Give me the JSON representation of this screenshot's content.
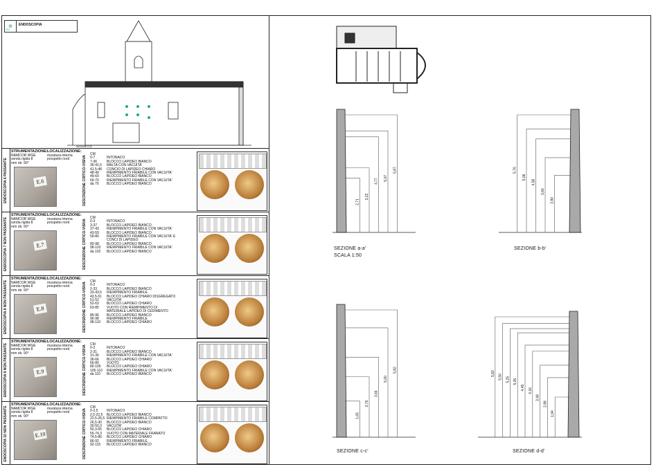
{
  "legend": {
    "symbol": "⊕",
    "code": "E0",
    "text": "ENDOSCOPIA"
  },
  "elevation": {
    "caption": "SEZIONE D-D'"
  },
  "colors": {
    "line": "#222222",
    "wall": "#a9a9a9",
    "accent_green": "#22aa66",
    "accent_blue": "#3366cc"
  },
  "rows": [
    {
      "label": "ENDOSCOPIA 6   PASSANTE",
      "instr_title": "STRUMENTAZIONE:",
      "instr_lines": [
        "NAMCOR WGE",
        "sonda rigida 8",
        "mm ob. 90°"
      ],
      "loc_title": "LOCALIZZAZIONE:",
      "loc_lines": [
        "muratura interna",
        "prospetto nord"
      ],
      "tag": "E.6",
      "desc_label": "DESCRIZIONE CRITICO-VISIVA",
      "cm": [
        "CM",
        "0-7",
        "7-36",
        "36-41,5",
        "41,5-48",
        "48-49",
        "49-69",
        "69-70",
        "da 70"
      ],
      "desc": [
        "",
        "INTONACO",
        "BLOCCO LAPIDEO BIANCO",
        "MALTA CON VACUITA'",
        "CONCIO DI LAPIDEO CHIARO",
        "RIEMPIMENTO FRIABILE CON VACUITA'",
        "BLOCCO LAPIDEO BIANCO",
        "RIEMPIMENTO FRIABILE CON VACUITA'",
        "BLOCCO LAPIDEO BIANCO"
      ]
    },
    {
      "label": "ENDOSCOPIA 7 NON PASSANTE",
      "instr_title": "STRUMENTAZIONE:",
      "instr_lines": [
        "NAMCOR WGE",
        "sonda rigida 8",
        "mm ob. 90°"
      ],
      "loc_title": "LOCALIZZAZIONE:",
      "loc_lines": [
        "muratura interna",
        "prospetto nord"
      ],
      "tag": "E.7",
      "desc_label": "DESCRIZIONE CRITICO-VISIVA",
      "cm": [
        "CM",
        "0-3",
        "3-37",
        "37-43",
        "43-59",
        "59-80",
        "",
        "80-98",
        "98-102",
        "da 102"
      ],
      "desc": [
        "",
        "INTONACO",
        "BLOCCO LAPIDEO BIANCO",
        "RIEMPIMENTO FRIABILE CON VACUITA'",
        "BLOCCO LAPIDEO BIANCO",
        "RIEMPIMENTO FRIABILE CON VACUITA' E",
        "CONCI DI LAPIDEO",
        "BLOCCO LAPIDEO BIANCO",
        "RIEMPIMENTO FRIABILE CON VACUITA'",
        "BLOCCO LAPIDEO BIANCO"
      ]
    },
    {
      "label": "ENDOSCOPIA 8 NON PASSANTE",
      "instr_title": "STRUMENTAZIONE:",
      "instr_lines": [
        "NAMCOR WGE",
        "sonda rigida 8",
        "mm ob. 90°"
      ],
      "loc_title": "LOCALIZZAZIONE:",
      "loc_lines": [
        "muratura interna",
        "prospetto nord"
      ],
      "tag": "E.8",
      "desc_label": "DESCRIZIONE CRITICO-VISIVA",
      "cm": [
        "CM",
        "0-2",
        "2-33",
        "33-43,5",
        "43,5-51",
        "51-52",
        "52-63",
        "63-85",
        "",
        "85-96",
        "96-98",
        "98-110"
      ],
      "desc": [
        "",
        "INTONACO",
        "BLOCCO LAPIDEO BIANCO",
        "RIEMPIMENTO FRIABILE",
        "BLOCCO LAPIDEO CHIARO DISGREGATO",
        "VACUITA'",
        "BLOCCO LAPIDEO CHIARO",
        "VUOTO CON RIEMPIMENTO DI",
        "MATERIALE LAPIDEO DI CEDIMENTO",
        "BLOCCO LAPIDEO BIANCO",
        "RIEMPIMENTO FRIABILE",
        "BLOCCO LAPIDEO CHIARO"
      ]
    },
    {
      "label": "ENDOSCOPIA 9 NON PASSANTE",
      "instr_title": "STRUMENTAZIONE:",
      "instr_lines": [
        "NAMCOR WGE",
        "sonda rigida 8",
        "mm ob. 90°"
      ],
      "loc_title": "LOCALIZZAZIONE:",
      "loc_lines": [
        "muratura interna",
        "prospetto nord"
      ],
      "tag": "E.9",
      "desc_label": "DESCRIZIONE CRITICO-VISIVA",
      "cm": [
        "CM",
        "0-2",
        "2-31",
        "31-36",
        "36-66",
        "66-80",
        "80-105",
        "105-110",
        "da 110"
      ],
      "desc": [
        "",
        "INTONACO",
        "BLOCCO LAPIDEO BIANCO",
        "RIEMPIMENTO FRIABILE CON VACUITA'",
        "BLOCCO LAPIDEO CHIARO",
        "VUOTO",
        "BLOCCO LAPIDEO CHIARO",
        "RIEMPIMENTO FRIABILE CON VACUITA'",
        "BLOCCO LAPIDEO BIANCO"
      ]
    },
    {
      "label": "ENDOSCOPIA 10 NON PASSANTE",
      "instr_title": "STRUMENTAZIONE:",
      "instr_lines": [
        "NAMCOR WGE",
        "sonda rigida 8",
        "mm ob. 90°"
      ],
      "loc_title": "LOCALIZZAZIONE:",
      "loc_lines": [
        "muratura interna",
        "prospetto nord"
      ],
      "tag": "E.10",
      "desc_label": "DESCRIZIONE CRITICO-VISIVA",
      "cm": [
        "CM",
        "0-2,5",
        "2,5-22,5",
        "22,5-26,5",
        "26,5-30",
        "30-50,3",
        "50,3-55",
        "55-74,3",
        "74,5-86",
        "86-92",
        "92-115"
      ],
      "desc": [
        "",
        "INTONACO",
        "BLOCCO LAPIDEO BIANCO",
        "RIEMPIMENTO FRIABILE COMPATTO",
        "BLOCCO LAPIDEO BIANCO",
        "VACUITA'",
        "BLOCCO LAPIDEO CHIARO",
        "VUOTO CON MATERIALE FRANATO",
        "BLOCCO LAPIDEO CHIARO",
        "RIEMPIMENTO FRIABILE",
        "BLOCCO LAPIDEO BIANCO"
      ]
    }
  ],
  "sections": {
    "aa": {
      "title": "SEZIONE a-a'",
      "scale": "SCALA 1:50",
      "dims": [
        "2,71",
        "3,22",
        "4,77",
        "5,07",
        "5,87"
      ]
    },
    "bb": {
      "title": "SEZIONE b-b'",
      "dims": [
        "5,76",
        "5,06",
        "4,58",
        "3,66",
        "2,80"
      ]
    },
    "cc": {
      "title": "SEZIONE c-c'",
      "dims": [
        "1,65",
        "2,76",
        "3,66",
        "5,00",
        "5,82"
      ]
    },
    "dd": {
      "title": "SEZIONE d-d'",
      "dims": [
        "5,82",
        "5,50",
        "5,25",
        "5,05",
        "4,45",
        "4,16",
        "3,48",
        "2,88",
        "1,94"
      ]
    }
  }
}
